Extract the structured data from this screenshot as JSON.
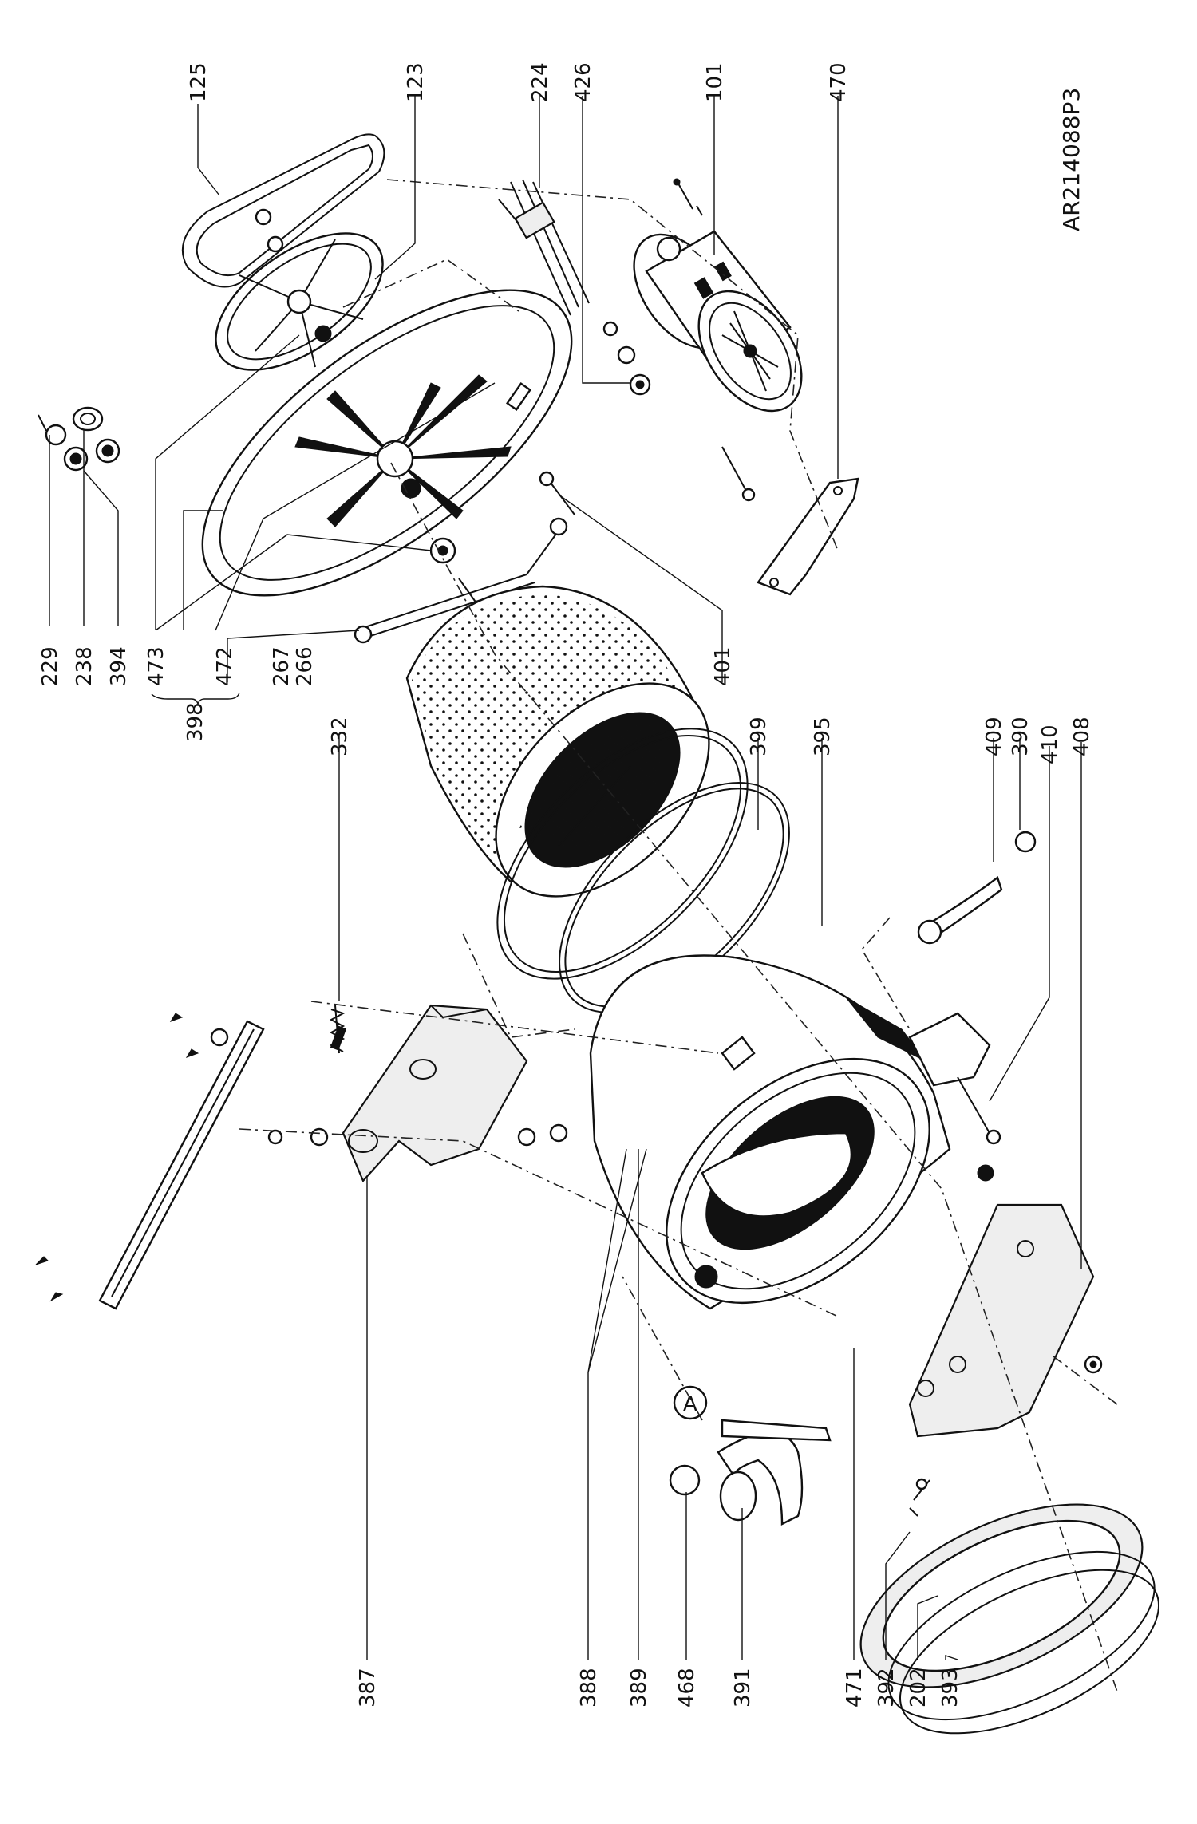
{
  "drawing_code": "AR214088P3",
  "callout_symbol": "A",
  "labels": [
    "125",
    "123",
    "224",
    "426",
    "101",
    "470",
    "229",
    "238",
    "394",
    "473",
    "398",
    "472",
    "267",
    "266",
    "401",
    "332",
    "399",
    "395",
    "409",
    "390",
    "410",
    "408",
    "387",
    "388",
    "389",
    "468",
    "391",
    "471",
    "392",
    "202",
    "393"
  ]
}
